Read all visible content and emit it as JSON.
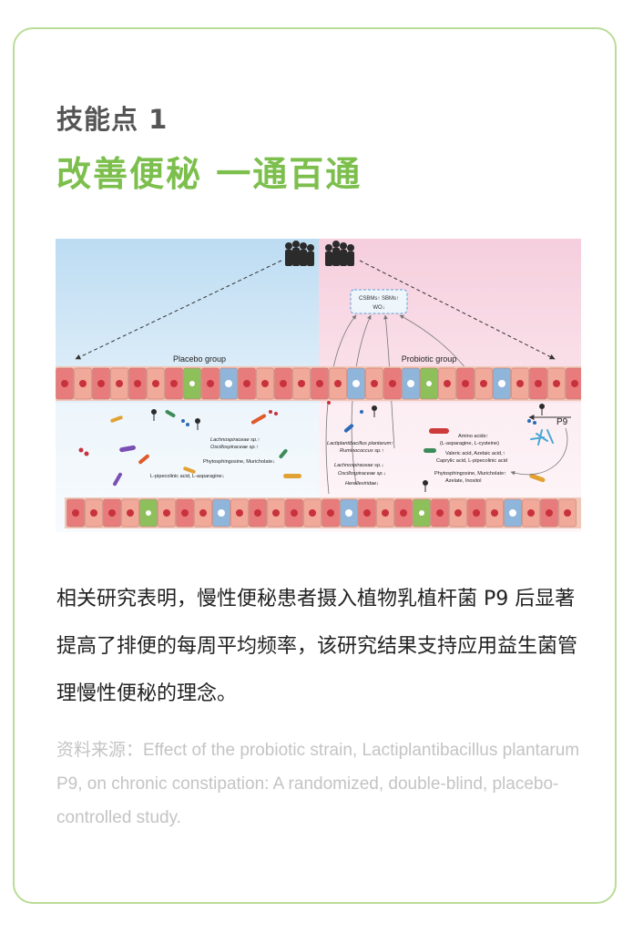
{
  "header": {
    "eyebrow": "技能点 1",
    "headline": "改善便秘 一通百通"
  },
  "figure": {
    "placebo_label": "Placebo group",
    "probiotic_label": "Probiotic group",
    "p9_label": "P9",
    "outcome_box": {
      "line1": "CSBMs↑ SBMs↑",
      "line2": "WO↓"
    },
    "placebo_annotations": [
      "Lachnospiraceae sp.↑",
      "Oscillospiraceae sp.↑",
      "Phytosphingosine, Muricholate↓",
      "L-pipecolinic acid, L-asparagine↓"
    ],
    "probiotic_bacteria": [
      "Lactiplantibacillus plantarum↑",
      "Ruminococcus sp.↑",
      "Lachnospiraceae sp.↓",
      "Oscillospiraceae sp.↓",
      "Herelleviridae↓"
    ],
    "probiotic_metabolites": [
      "Amino acids↑",
      "(L-asparagine, L-cysteine)",
      "Valeric acid, Azelaic acid,↑",
      "Caprylic acid, L-pipecolinic acid",
      "Phytosphingosine, Muricholate↑",
      "Azelate, Inositol"
    ],
    "colors": {
      "placebo_bg": "#bcdcf2",
      "probiotic_bg": "#f6cedd",
      "cell_red": "#e87c7c",
      "cell_blue": "#8fb5da",
      "cell_green": "#8dbf5a",
      "nucleus": "#c8323c"
    }
  },
  "body": {
    "text": "相关研究表明，慢性便秘患者摄入植物乳植杆菌 P9 后显著提高了排便的每周平均频率，该研究结果支持应用益生菌管理慢性便秘的理念。"
  },
  "source": {
    "text": "资料来源：Effect of the probiotic strain, Lactiplantibacillus plantarum P9, on chronic constipation: A randomized, double-blind, placebo-controlled study."
  }
}
